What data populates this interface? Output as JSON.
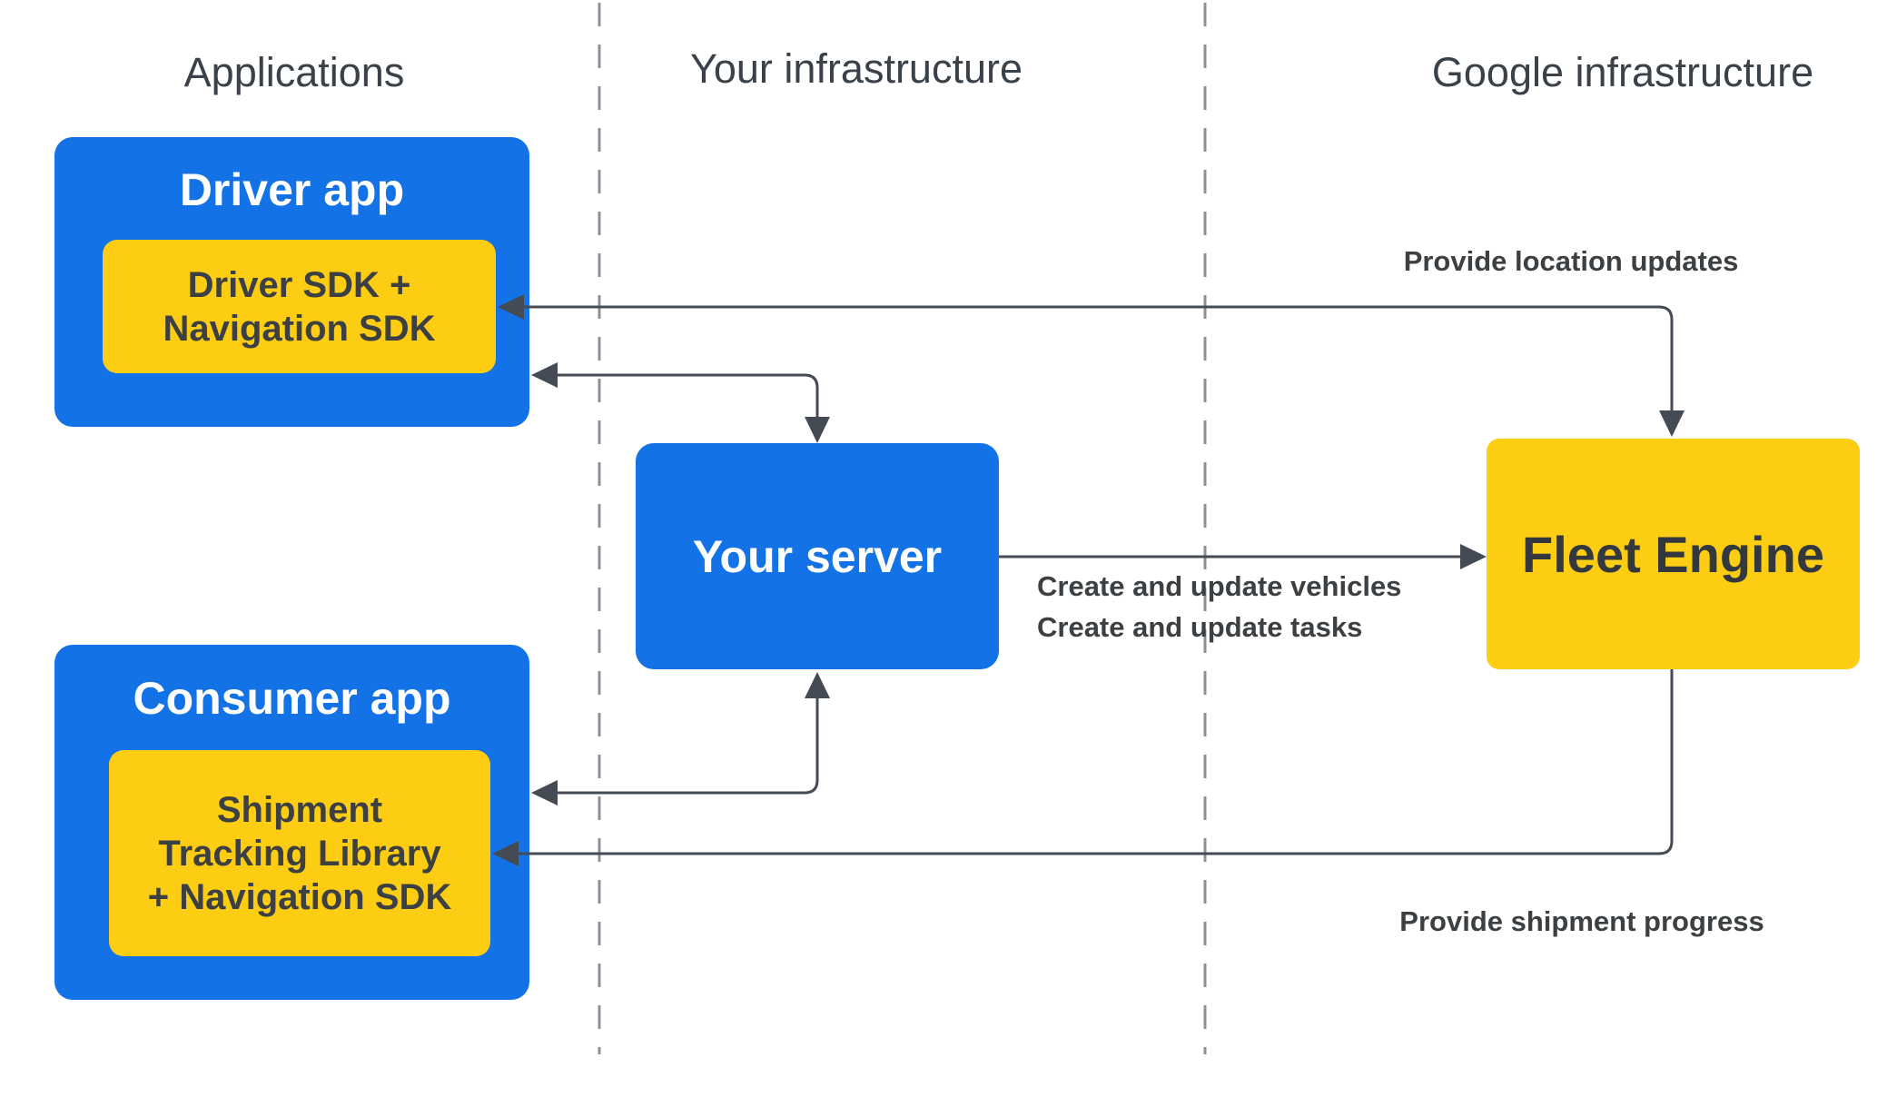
{
  "colors": {
    "blue": "#1272e6",
    "yellow": "#fccd12",
    "arrow": "#454b55",
    "divider": "#8b919a",
    "text_dark": "#3c4043",
    "text_on_blue": "#ffffff",
    "fleet_text": "#33383f",
    "header_text": "#3a4149",
    "background": "#ffffff"
  },
  "column_headers": [
    {
      "label": "Applications"
    },
    {
      "label": "Your infrastructure"
    },
    {
      "label": "Google infrastructure"
    }
  ],
  "nodes": {
    "driver_app": {
      "title": "Driver app",
      "sdk_lines": [
        "Driver SDK +",
        "Navigation SDK"
      ]
    },
    "consumer_app": {
      "title": "Consumer app",
      "sdk_lines": [
        "Shipment",
        "Tracking Library",
        "+ Navigation SDK"
      ]
    },
    "your_server": {
      "title": "Your server"
    },
    "fleet_engine": {
      "title": "Fleet Engine"
    }
  },
  "edges": {
    "location_updates": {
      "label": "Provide location updates",
      "from": "Driver SDK + Navigation SDK",
      "to": "Fleet Engine",
      "arrowheads": "both-ends"
    },
    "server_driver": {
      "from": "Your server",
      "to": "Driver app",
      "arrowheads": "both-ends"
    },
    "create_update": {
      "label_line1": "Create and update vehicles",
      "label_line2": "Create and update tasks",
      "from": "Your server",
      "to": "Fleet Engine",
      "arrowheads": "end-only"
    },
    "server_consumer": {
      "from": "Your server",
      "to": "Consumer app",
      "arrowheads": "both-ends"
    },
    "shipment_progress": {
      "label": "Provide shipment progress",
      "from": "Fleet Engine",
      "to": "Shipment Tracking Library + Navigation SDK",
      "arrowheads": "end-only"
    }
  }
}
